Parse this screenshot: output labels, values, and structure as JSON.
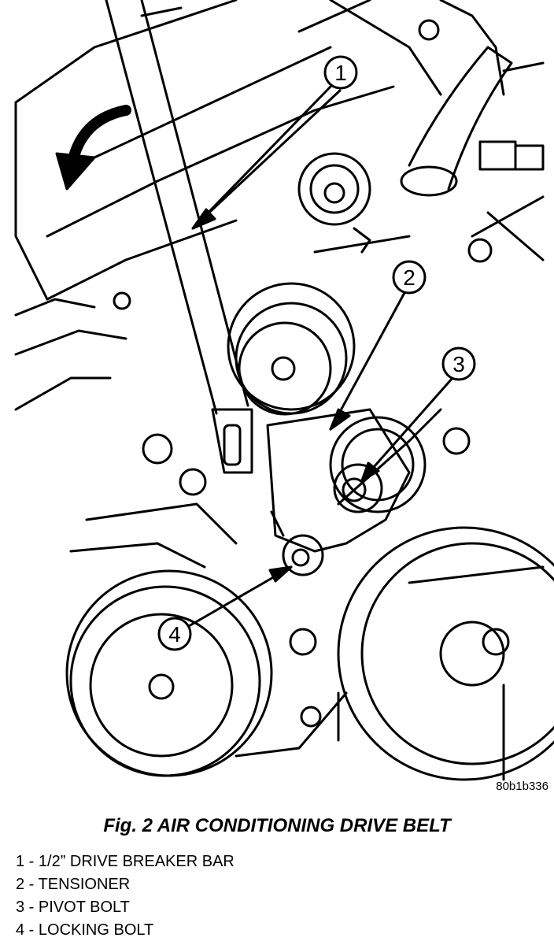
{
  "figure": {
    "code": "80b1b336",
    "caption": "Fig. 2 AIR CONDITIONING DRIVE BELT",
    "callouts": [
      {
        "num": "1"
      },
      {
        "num": "2"
      },
      {
        "num": "3"
      },
      {
        "num": "4"
      }
    ],
    "legend": [
      {
        "text": "1 - 1/2” DRIVE BREAKER BAR"
      },
      {
        "text": "2 - TENSIONER"
      },
      {
        "text": "3 - PIVOT BOLT"
      },
      {
        "text": "4 - LOCKING BOLT"
      }
    ]
  },
  "colors": {
    "ink": "#000000",
    "paper": "#ffffff"
  }
}
